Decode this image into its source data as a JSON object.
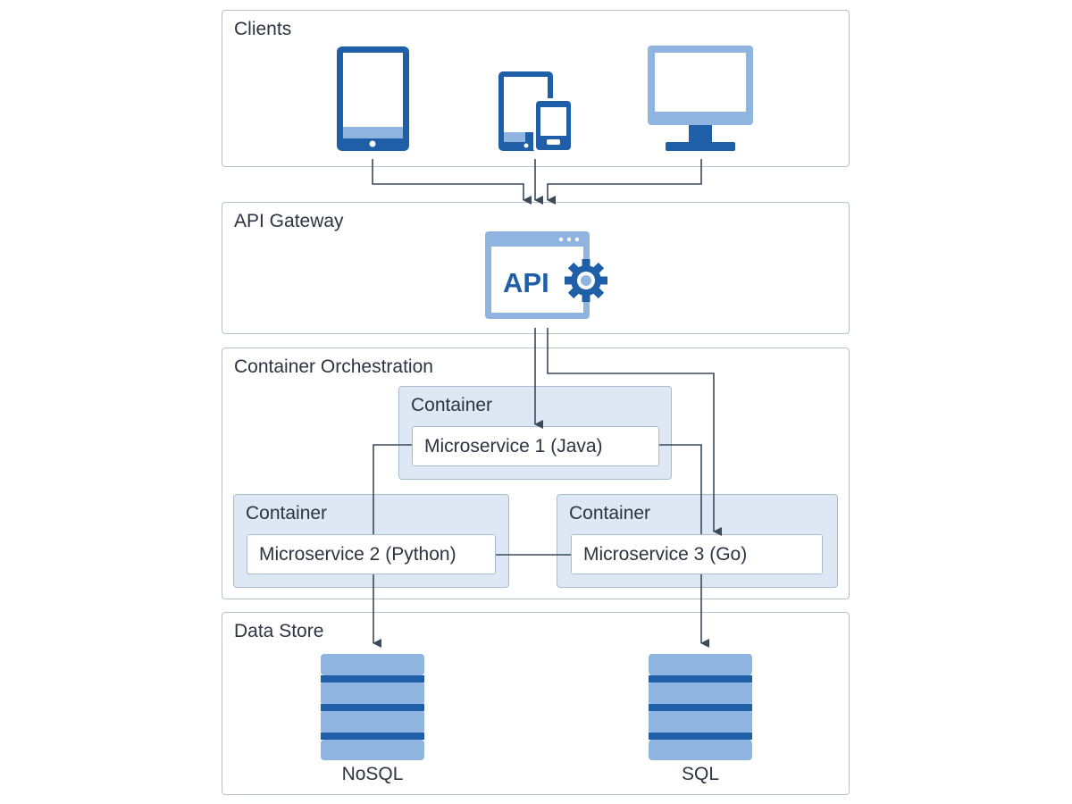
{
  "panels": {
    "clients": "Clients",
    "gateway": "API Gateway",
    "orchestration": "Container Orchestration",
    "datastore": "Data Store"
  },
  "gateway_icon_text": "API",
  "containers": {
    "java": {
      "title": "Container",
      "service": "Microservice 1 (Java)"
    },
    "python": {
      "title": "Container",
      "service": "Microservice 2 (Python)"
    },
    "go": {
      "title": "Container",
      "service": "Microservice 3 (Go)"
    }
  },
  "datastores": {
    "nosql": "NoSQL",
    "sql": "SQL"
  },
  "icons": [
    "tablet-icon",
    "tablet-phone-icon",
    "monitor-icon",
    "api-window-icon",
    "gear-icon",
    "database-icon"
  ],
  "colors": {
    "dark_blue": "#1e5fa8",
    "light_blue": "#8fb4e0",
    "container_fill": "#dde8f4",
    "arrow": "#3a4a5a"
  }
}
